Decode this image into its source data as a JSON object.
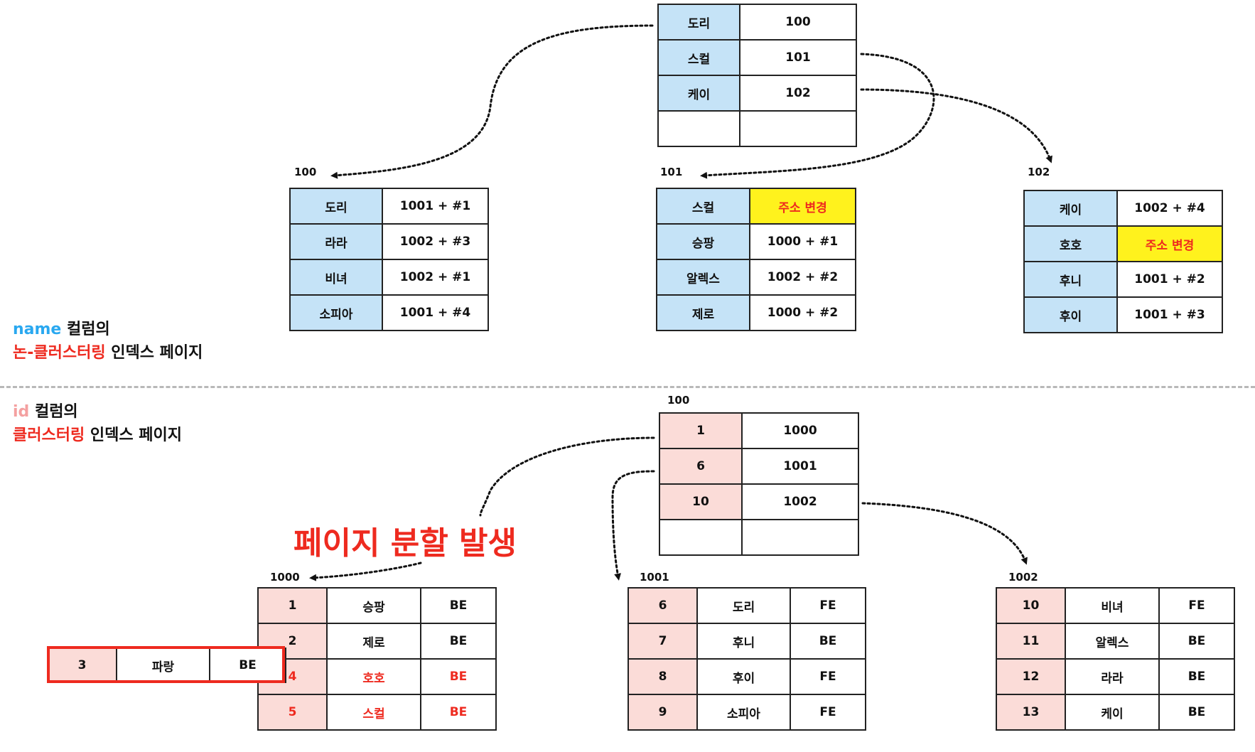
{
  "upper": {
    "title_part1": "name",
    "title_part2": " 컬럼의",
    "title_line2_part1": "논-클러스터링",
    "title_line2_part2": " 인덱스 페이지",
    "root": {
      "rows": [
        {
          "name": "도리",
          "ptr": "100"
        },
        {
          "name": "스컬",
          "ptr": "101"
        },
        {
          "name": "케이",
          "ptr": "102"
        },
        {
          "name": "",
          "ptr": ""
        }
      ]
    },
    "leaves": [
      {
        "label": "100",
        "rows": [
          {
            "name": "도리",
            "value": "1001 + #1"
          },
          {
            "name": "라라",
            "value": "1002 + #3"
          },
          {
            "name": "비녀",
            "value": "1002 + #1"
          },
          {
            "name": "소피아",
            "value": "1001 + #4"
          }
        ]
      },
      {
        "label": "101",
        "rows": [
          {
            "name": "스컬",
            "value": "주소 변경"
          },
          {
            "name": "승팡",
            "value": "1000 + #1"
          },
          {
            "name": "알렉스",
            "value": "1002 + #2"
          },
          {
            "name": "제로",
            "value": "1000 + #2"
          }
        ]
      },
      {
        "label": "102",
        "rows": [
          {
            "name": "케이",
            "value": "1002 + #4"
          },
          {
            "name": "호호",
            "value": "주소 변경"
          },
          {
            "name": "후니",
            "value": "1001 + #2"
          },
          {
            "name": "후이",
            "value": "1001 + #3"
          }
        ]
      }
    ]
  },
  "lower": {
    "title_part1": "id",
    "title_part2": " 컬럼의",
    "title_line2_part1": "클러스터링",
    "title_line2_part2": " 인덱스 페이지",
    "split_text": "페이지 분할 발생",
    "root": {
      "label": "100",
      "rows": [
        {
          "id": "1",
          "ptr": "1000"
        },
        {
          "id": "6",
          "ptr": "1001"
        },
        {
          "id": "10",
          "ptr": "1002"
        },
        {
          "id": "",
          "ptr": ""
        }
      ]
    },
    "pages": [
      {
        "label": "1000",
        "rows": [
          {
            "id": "1",
            "name": "승팡",
            "team": "BE"
          },
          {
            "id": "2",
            "name": "제로",
            "team": "BE"
          },
          {
            "id": "4",
            "name": "호호",
            "team": "BE"
          },
          {
            "id": "5",
            "name": "스컬",
            "team": "BE"
          }
        ]
      },
      {
        "label": "1001",
        "rows": [
          {
            "id": "6",
            "name": "도리",
            "team": "FE"
          },
          {
            "id": "7",
            "name": "후니",
            "team": "BE"
          },
          {
            "id": "8",
            "name": "후이",
            "team": "FE"
          },
          {
            "id": "9",
            "name": "소피아",
            "team": "FE"
          }
        ]
      },
      {
        "label": "1002",
        "rows": [
          {
            "id": "10",
            "name": "비녀",
            "team": "FE"
          },
          {
            "id": "11",
            "name": "알렉스",
            "team": "BE"
          },
          {
            "id": "12",
            "name": "라라",
            "team": "BE"
          },
          {
            "id": "13",
            "name": "케이",
            "team": "BE"
          }
        ]
      }
    ],
    "new_row": {
      "id": "3",
      "name": "파랑",
      "team": "BE"
    }
  },
  "colors": {
    "blue_cell": "#c5e3f7",
    "pink_cell": "#fbdcd8",
    "highlight": "#fff21d",
    "accent_red": "#ee2a1f",
    "accent_blue": "#29a8f0"
  }
}
